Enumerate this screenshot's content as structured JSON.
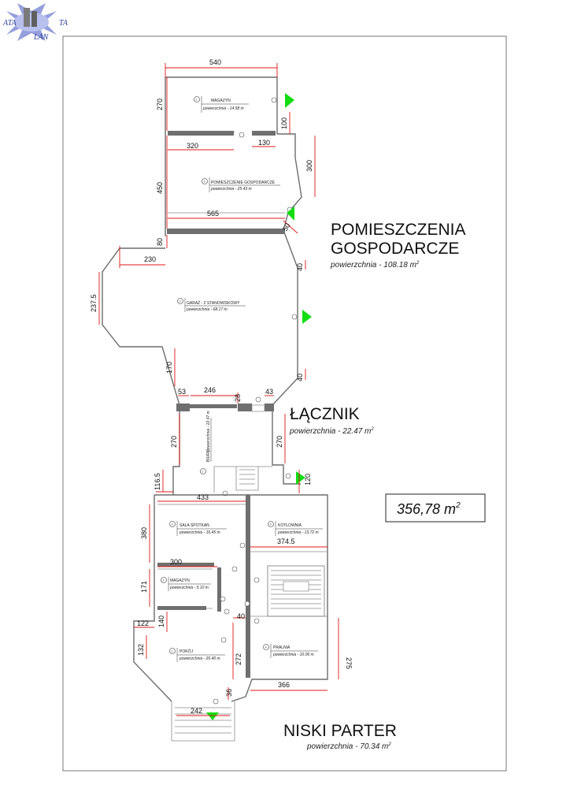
{
  "logo": {
    "top_left": "ATA",
    "top_right": "TA",
    "bottom": "LAN"
  },
  "total_area": {
    "value": "356,78 m",
    "sup": "2"
  },
  "sections": {
    "gospodarcze": {
      "title_1": "POMIESZCZENIA",
      "title_2": "GOSPODARCZE",
      "area": "powierzchnia - 108.18 m",
      "sup": "2"
    },
    "lacznik": {
      "title": "ŁĄCZNIK",
      "area": "powierzchnia - 22.47 m",
      "sup": "2"
    },
    "parter": {
      "title": "NISKI PARTER",
      "area": "powierzchnia - 70.34 m",
      "sup": "2"
    }
  },
  "rooms": {
    "magazyn_top": {
      "num": "1",
      "name": "MAGAZYN",
      "area": "powierzchnia - 14.58 m"
    },
    "gospodarcze": {
      "num": "2",
      "name": "POMIESZCZENIE GOSPODARCZE",
      "area": "powierzchnia - 25.43 m"
    },
    "garaz": {
      "num": "3",
      "name": "GARAŻ - 2 STANOWISKOWY",
      "area": "powierzchnia - 68.17 m"
    },
    "biuro": {
      "num": "1",
      "name": "BIURO",
      "area": "powierzchnia - 22.47 m"
    },
    "sala": {
      "num": "3",
      "name": "SALA SPOTKAŃ",
      "area": "powierzchnia - 16.45 m"
    },
    "kotlownia": {
      "num": "5",
      "name": "KOTŁOWNIA",
      "area": "powierzchnia - 13.72 m"
    },
    "magazyn_low": {
      "num": "2",
      "name": "MAGAZYN",
      "area": "powierzchnia - 5.10 m"
    },
    "pokoj": {
      "num": "1",
      "name": "POKÓJ",
      "area": "powierzchnia - 20.40 m"
    },
    "pralnia": {
      "num": "4",
      "name": "PRALNIA",
      "area": "powierzchnia - 10.06 m"
    }
  },
  "dimensions": {
    "d540": "540",
    "d270a": "270",
    "d100": "100",
    "d320": "320",
    "d130": "130",
    "d300a": "300",
    "d450": "450",
    "d565": "565",
    "d50": "50",
    "d80": "80",
    "d230": "230",
    "d40a": "40",
    "d237": "237.5",
    "d170": "170",
    "d40b": "40",
    "d53": "53",
    "d246": "246",
    "d43": "43",
    "d28": "28",
    "d270b": "270",
    "d270c": "270",
    "d116": "116.5",
    "d120": "120",
    "d433": "433",
    "d380": "380",
    "d374": "374.5",
    "d300b": "300",
    "d171": "171",
    "d140": "140",
    "d122": "122",
    "d132": "132",
    "d272": "272",
    "d40c": "40",
    "d275": "275",
    "d366": "366",
    "d36": "36",
    "d242": "242"
  }
}
